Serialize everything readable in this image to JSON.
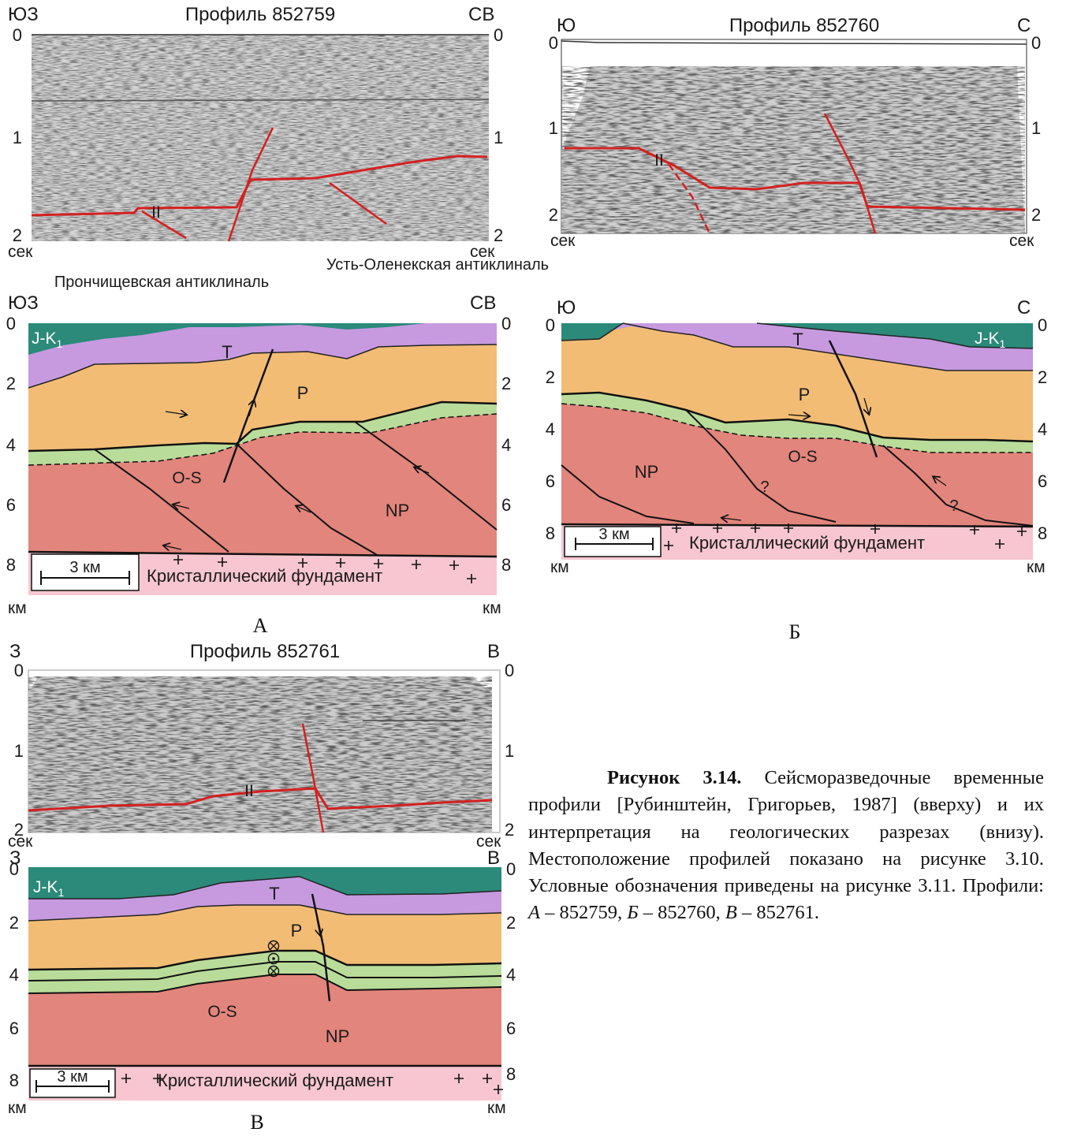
{
  "figure_number": "Рисунок 3.14.",
  "caption_main": "Сейсморазведочные временные профили [Рубинштейн, Григорьев, 1987] (вверху) и их интерпретация на геологических разрезах (внизу). Местоположение профилей показано на рисунке 3.10. Условные обозначения приведены на рисунке 3.11. Профили:",
  "caption_profiles": [
    {
      "letter": "А",
      "number": "852759"
    },
    {
      "letter": "Б",
      "number": "852760"
    },
    {
      "letter": "В",
      "number": "852761"
    }
  ],
  "colors": {
    "JK1": "#2b8a7a",
    "T": "#c79ae0",
    "P": "#f2bc74",
    "OS": "#b9dc9a",
    "NP": "#e2857c",
    "basement": "#f7c6d0",
    "horizon": "#d42020"
  },
  "panels": {
    "A": {
      "letter": "А",
      "seismic": {
        "title": "Профиль 852759",
        "dir_left": "ЮЗ",
        "dir_right": "СВ",
        "ticks": [
          "0",
          "1",
          "2"
        ],
        "unit": "сек",
        "horizon": "II"
      },
      "structures": [
        "Прончищевская антиклиналь",
        "Усть-Оленекская антиклиналь"
      ],
      "section": {
        "dir_left": "ЮЗ",
        "dir_right": "СВ",
        "ticks": [
          "0",
          "2",
          "4",
          "6",
          "8"
        ],
        "unit": "км",
        "layers": [
          "J-K",
          "T",
          "P",
          "O-S",
          "NP"
        ],
        "sub1": "1",
        "basement": "Кристаллический фундамент",
        "scale": "3 км"
      }
    },
    "B": {
      "letter": "Б",
      "seismic": {
        "title": "Профиль 852760",
        "dir_left": "Ю",
        "dir_right": "С",
        "ticks": [
          "0",
          "1",
          "2"
        ],
        "unit": "сек",
        "horizon": "II"
      },
      "section": {
        "dir_left": "Ю",
        "dir_right": "С",
        "ticks": [
          "0",
          "2",
          "4",
          "6",
          "8"
        ],
        "unit": "км",
        "layers": [
          "J-K",
          "T",
          "P",
          "O-S",
          "NP"
        ],
        "sub1": "1",
        "question": "?",
        "basement": "Кристаллический фундамент",
        "scale": "3 км"
      }
    },
    "C": {
      "letter": "В",
      "seismic": {
        "title": "Профиль 852761",
        "dir_left": "З",
        "dir_right": "В",
        "ticks": [
          "0",
          "1",
          "2"
        ],
        "unit": "сек",
        "horizon": "II"
      },
      "section": {
        "dir_left": "З",
        "dir_right": "В",
        "ticks": [
          "0",
          "2",
          "4",
          "6",
          "8"
        ],
        "unit": "км",
        "layers": [
          "J-K",
          "T",
          "P",
          "O-S",
          "NP"
        ],
        "sub1": "1",
        "basement": "Кристаллический фундамент",
        "scale": "3 км"
      }
    }
  }
}
